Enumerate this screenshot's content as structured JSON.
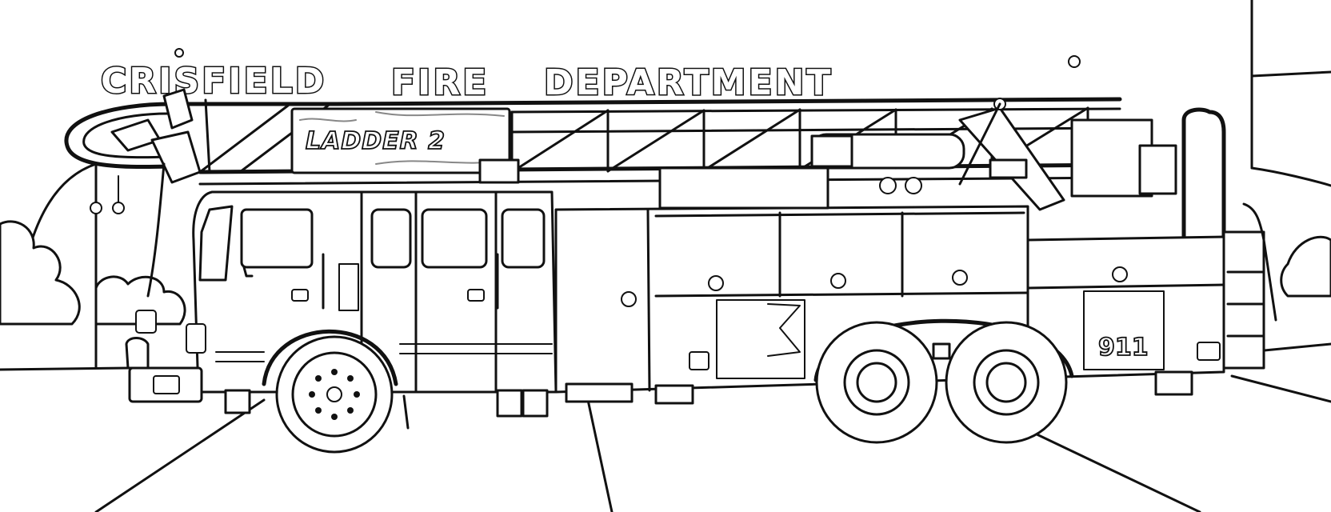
{
  "sign": {
    "word1": "CRISFIELD",
    "word2": "FIRE",
    "word3": "DEPARTMENT"
  },
  "truck": {
    "ladder_label": "LADDER 2",
    "unit_number": "911"
  }
}
